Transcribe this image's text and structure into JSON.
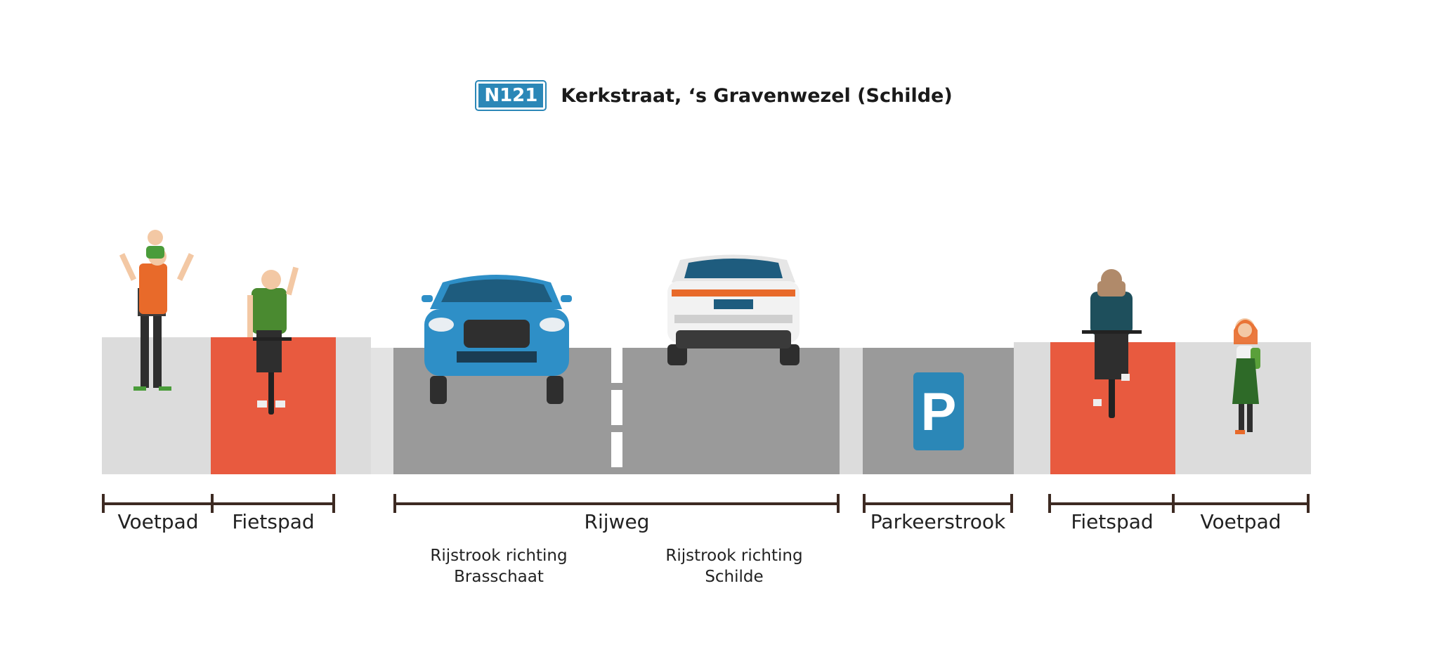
{
  "route_number": "N121",
  "street_name": "Kerkstraat, ‘s Gravenwezel (Schilde)",
  "parking_sign": "P",
  "labels": {
    "voetpad_left": "Voetpad",
    "fietspad_left": "Fietspad",
    "rijweg": "Rijweg",
    "parkeerstrook": "Parkeerstrook",
    "fietspad_right": "Fietspad",
    "voetpad_right": "Voetpad"
  },
  "lanes": {
    "lane_brasschaat": [
      "Rijstrook richting",
      "Brasschaat"
    ],
    "lane_schilde": [
      "Rijstrook richting",
      "Schilde"
    ]
  },
  "colors": {
    "sidewalk": "#dcdcdc",
    "bike_path": "#e85a3f",
    "road": "#9a9a9a",
    "marking": "#ffffff",
    "dimension_line": "#3d2a22",
    "sign_blue": "#2b87b7"
  }
}
